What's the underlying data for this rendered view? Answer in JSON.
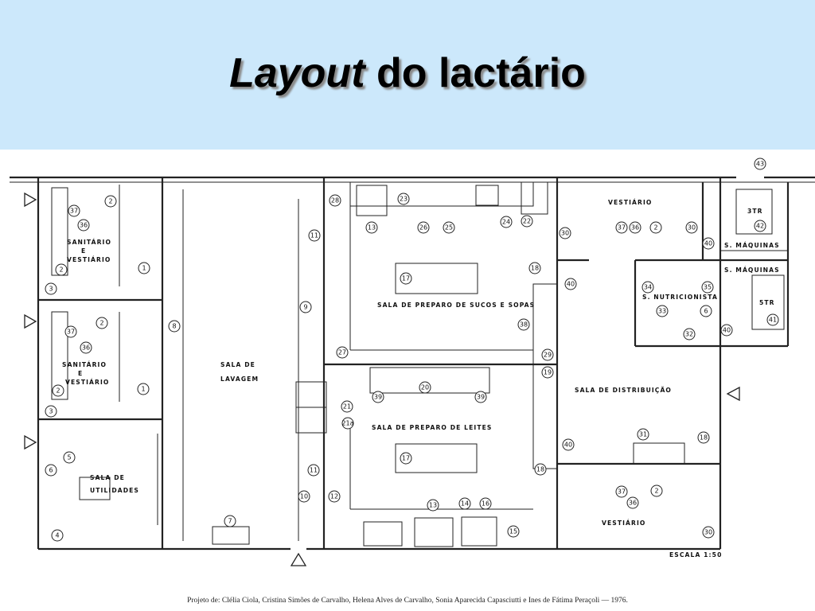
{
  "title": {
    "italic": "Layout",
    "rest": " do lactário"
  },
  "rooms": {
    "sanitario_top": [
      "SANITÁRIO",
      "E",
      "VESTIÁRIO"
    ],
    "sanitario_bottom": [
      "SANITÁRIO",
      "E",
      "VESTIÁRIO"
    ],
    "utilidades": [
      "SALA   DE",
      "UTILIDADES"
    ],
    "lavagem": [
      "SALA    DE",
      "LAVAGEM"
    ],
    "sucos": "SALA DE PREPARO DE SUCOS E SOPAS",
    "leites": "SALA DE PREPARO DE LEITES",
    "vestiario_top": "VESTIÁRIO",
    "vestiario_bottom": "VESTIÁRIO",
    "maquinas_1": "S. MÁQUINAS",
    "maquinas_2": "S. MÁQUINAS",
    "nutricionista": "S. NUTRICIONISTA",
    "distribuicao": "SALA  DE  DISTRIBUIÇÃO",
    "tr3": "3TR",
    "tr5": "5TR"
  },
  "scale": "ESCALA  1:50",
  "credit": "Projeto de: Clélia Ciola, Cristina Simões de Carvalho, Helena Alves de Carvalho, Sonia Aparecida Capasciutti e Ines de Fátima Peraçoli — 1976.",
  "numbers": {
    "n2a": "2",
    "n37a": "37",
    "n36a": "36",
    "n2b": "2",
    "n1a": "1",
    "n3a": "3",
    "n2c": "2",
    "n37b": "37",
    "n36b": "36",
    "n2d": "2",
    "n1b": "1",
    "n3b": "3",
    "n5": "5",
    "n6": "6",
    "n4": "4",
    "n8": "8",
    "n7": "7",
    "n11a": "11",
    "n9": "9",
    "n27": "27",
    "n21": "21",
    "n21a": "21a",
    "n11b": "11",
    "n10": "10",
    "n12": "12",
    "n28": "28",
    "n13a": "13",
    "n23": "23",
    "n26": "26",
    "n25": "25",
    "n24": "24",
    "n22": "22",
    "n17a": "17",
    "n38": "38",
    "n18a": "18",
    "n40a": "40",
    "n30a": "30",
    "n29": "29",
    "n19": "19",
    "n39a": "39",
    "n20": "20",
    "n39b": "39",
    "n17b": "17",
    "n40b": "40",
    "n18b": "18",
    "n13b": "13",
    "n14": "14",
    "n16": "16",
    "n15": "15",
    "n43": "43",
    "n42": "42",
    "n37c": "37",
    "n36c": "36",
    "n2e": "2",
    "n30b": "30",
    "n40c": "40",
    "n34": "34",
    "n35": "35",
    "n33": "33",
    "n6b": "6",
    "n32": "32",
    "n40d": "40",
    "n41": "41",
    "n31": "31",
    "n18c": "18",
    "n37d": "37",
    "n36d": "36",
    "n2f": "2",
    "n30c": "30"
  }
}
